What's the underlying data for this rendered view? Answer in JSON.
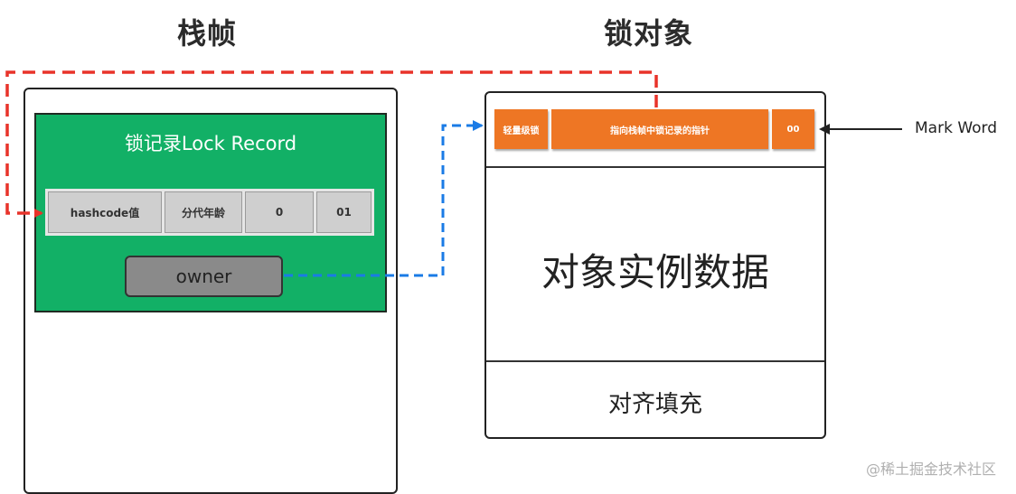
{
  "titles": {
    "stack_frame": "栈帧",
    "lock_object": "锁对象"
  },
  "lock_record": {
    "title": "锁记录Lock Record",
    "cells": [
      "hashcode值",
      "分代年龄",
      "0",
      "01"
    ],
    "owner": "owner"
  },
  "object": {
    "mark_word_cells": [
      "轻量级锁",
      "指向栈帧中锁记录的指针",
      "00"
    ],
    "mark_word_label": "Mark Word",
    "instance_data": "对象实例数据",
    "padding": "对齐填充"
  },
  "watermark": "@稀土掘金技术社区",
  "colors": {
    "green": "#12b066",
    "orange": "#ee7624",
    "red_arrow": "#e8332a",
    "blue_arrow": "#1a7be6"
  }
}
